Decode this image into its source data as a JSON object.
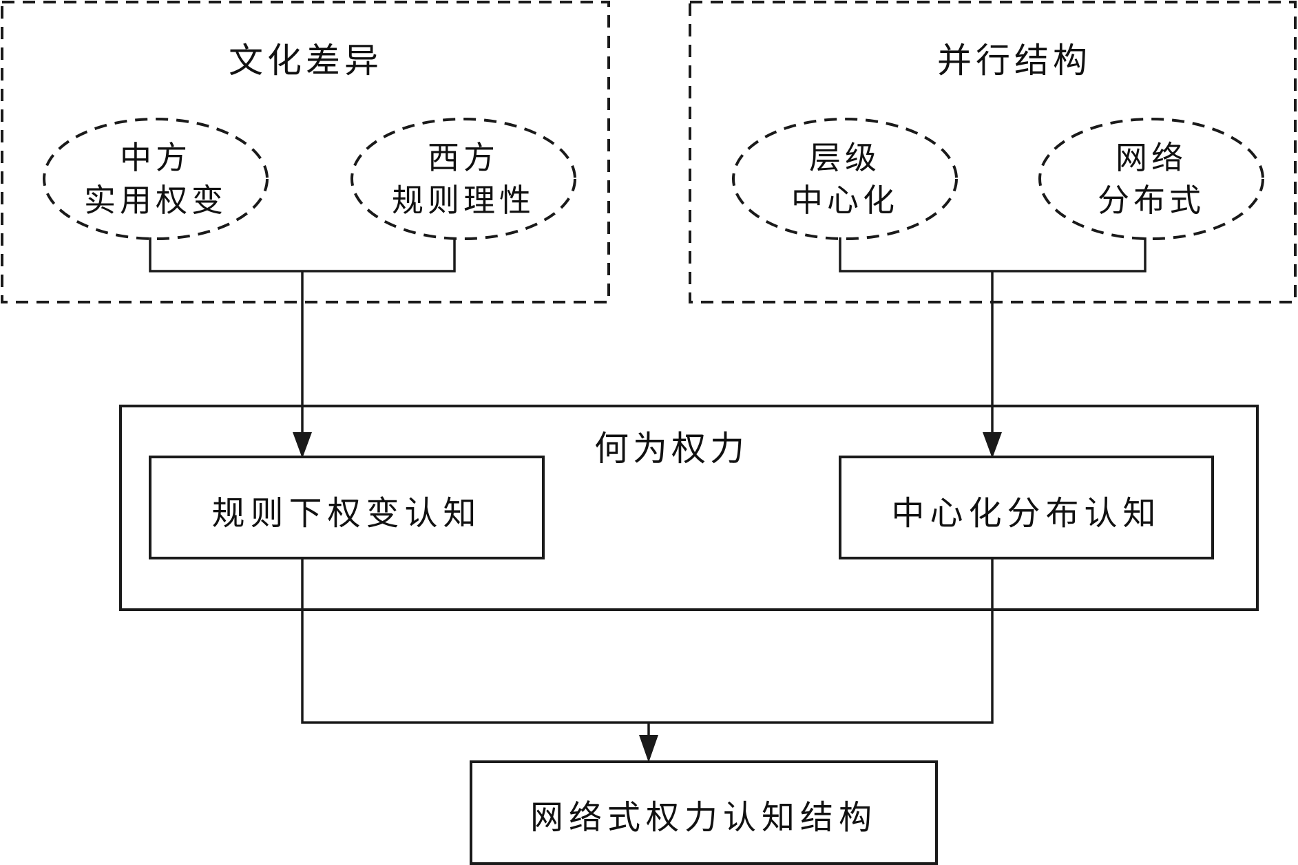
{
  "diagram": {
    "groups": [
      {
        "title": "文化差异",
        "nodes": [
          {
            "line1": "中方",
            "line2": "实用权变"
          },
          {
            "line1": "西方",
            "line2": "规则理性"
          }
        ]
      },
      {
        "title": "并行结构",
        "nodes": [
          {
            "line1": "层级",
            "line2": "中心化"
          },
          {
            "line1": "网络",
            "line2": "分布式"
          }
        ]
      }
    ],
    "middle": {
      "title": "何为权力",
      "left_box": "规则下权变认知",
      "right_box": "中心化分布认知"
    },
    "result": "网络式权力认知结构",
    "colors": {
      "stroke": "#1a1a1a",
      "background": "#ffffff"
    }
  }
}
